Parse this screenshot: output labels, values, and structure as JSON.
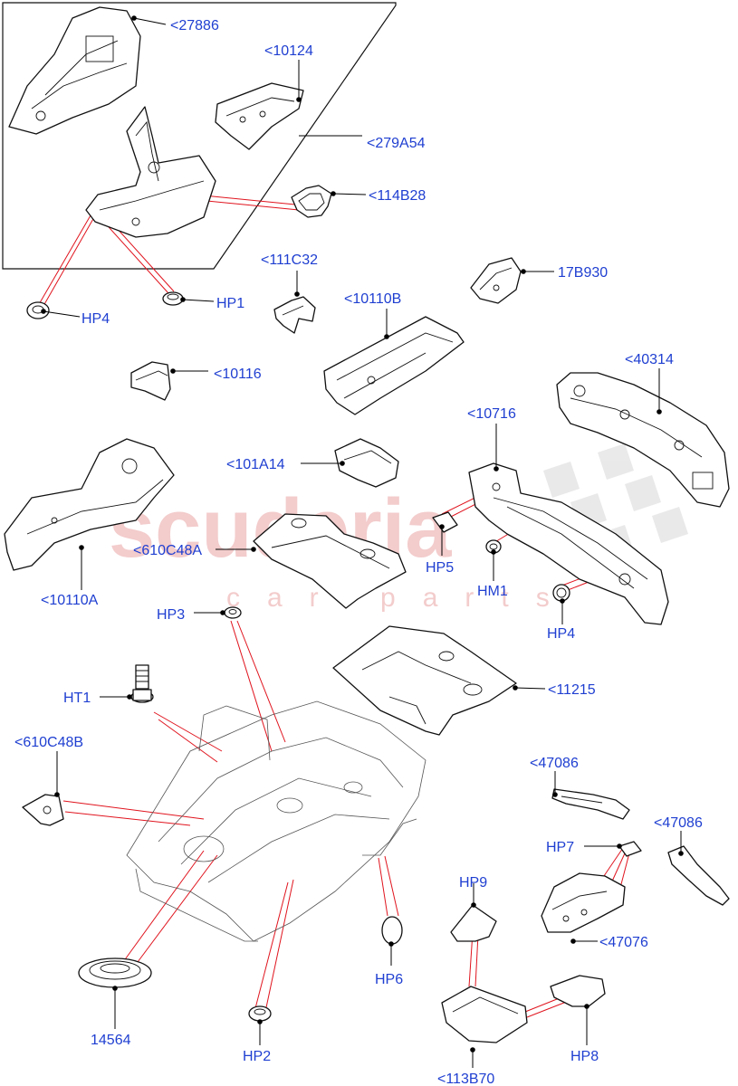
{
  "accent_color": "#1f3fd1",
  "leader_color": "#e0141e",
  "watermark": {
    "brand": "scuderia",
    "sub": "car parts"
  },
  "callouts": {
    "c27886": "<27886",
    "c10124": "<10124",
    "c279A54": "<279A54",
    "c114B28": "<114B28",
    "c111C32": "<111C32",
    "c17B930": "17B930",
    "hp4a": "HP4",
    "hp1": "HP1",
    "c10110B": "<10110B",
    "c10116": "<10116",
    "c40314": "<40314",
    "c10716": "<10716",
    "c101A14": "<101A14",
    "c610C48A": "<610C48A",
    "hp5": "HP5",
    "hm1": "HM1",
    "c10110A": "<10110A",
    "hp4b": "HP4",
    "hp3": "HP3",
    "ht1": "HT1",
    "c11215": "<11215",
    "c610C48B": "<610C48B",
    "c47086a": "<47086",
    "c47086b": "<47086",
    "hp7": "HP7",
    "hp9": "HP9",
    "c47076": "<47076",
    "hp6": "HP6",
    "c14564": "14564",
    "hp2": "HP2",
    "hp8": "HP8",
    "c113B70": "<113B70"
  }
}
